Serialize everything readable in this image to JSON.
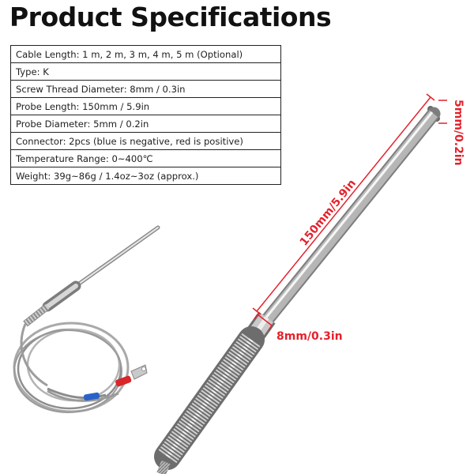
{
  "title": "Product Specifications",
  "specs": [
    "Cable Length: 1 m, 2 m, 3 m, 4 m, 5 m (Optional)",
    "Type: K",
    "Screw Thread Diameter: 8mm / 0.3in",
    "Probe Length: 150mm / 5.9in",
    "Probe Diameter: 5mm / 0.2in",
    "Connector: 2pcs  (blue is negative, red is positive)",
    "Temperature Range: 0~400℃",
    "Weight: 39g~86g / 1.4oz~3oz (approx.)"
  ],
  "dimensions": {
    "probe_length": "150mm/5.9in",
    "probe_diameter": "5mm/0.2in",
    "thread_diameter": "8mm/0.3in"
  },
  "colors": {
    "dimension_red": "#e3222c",
    "negative_lead": "#2a62c9",
    "positive_lead": "#d8262a"
  }
}
